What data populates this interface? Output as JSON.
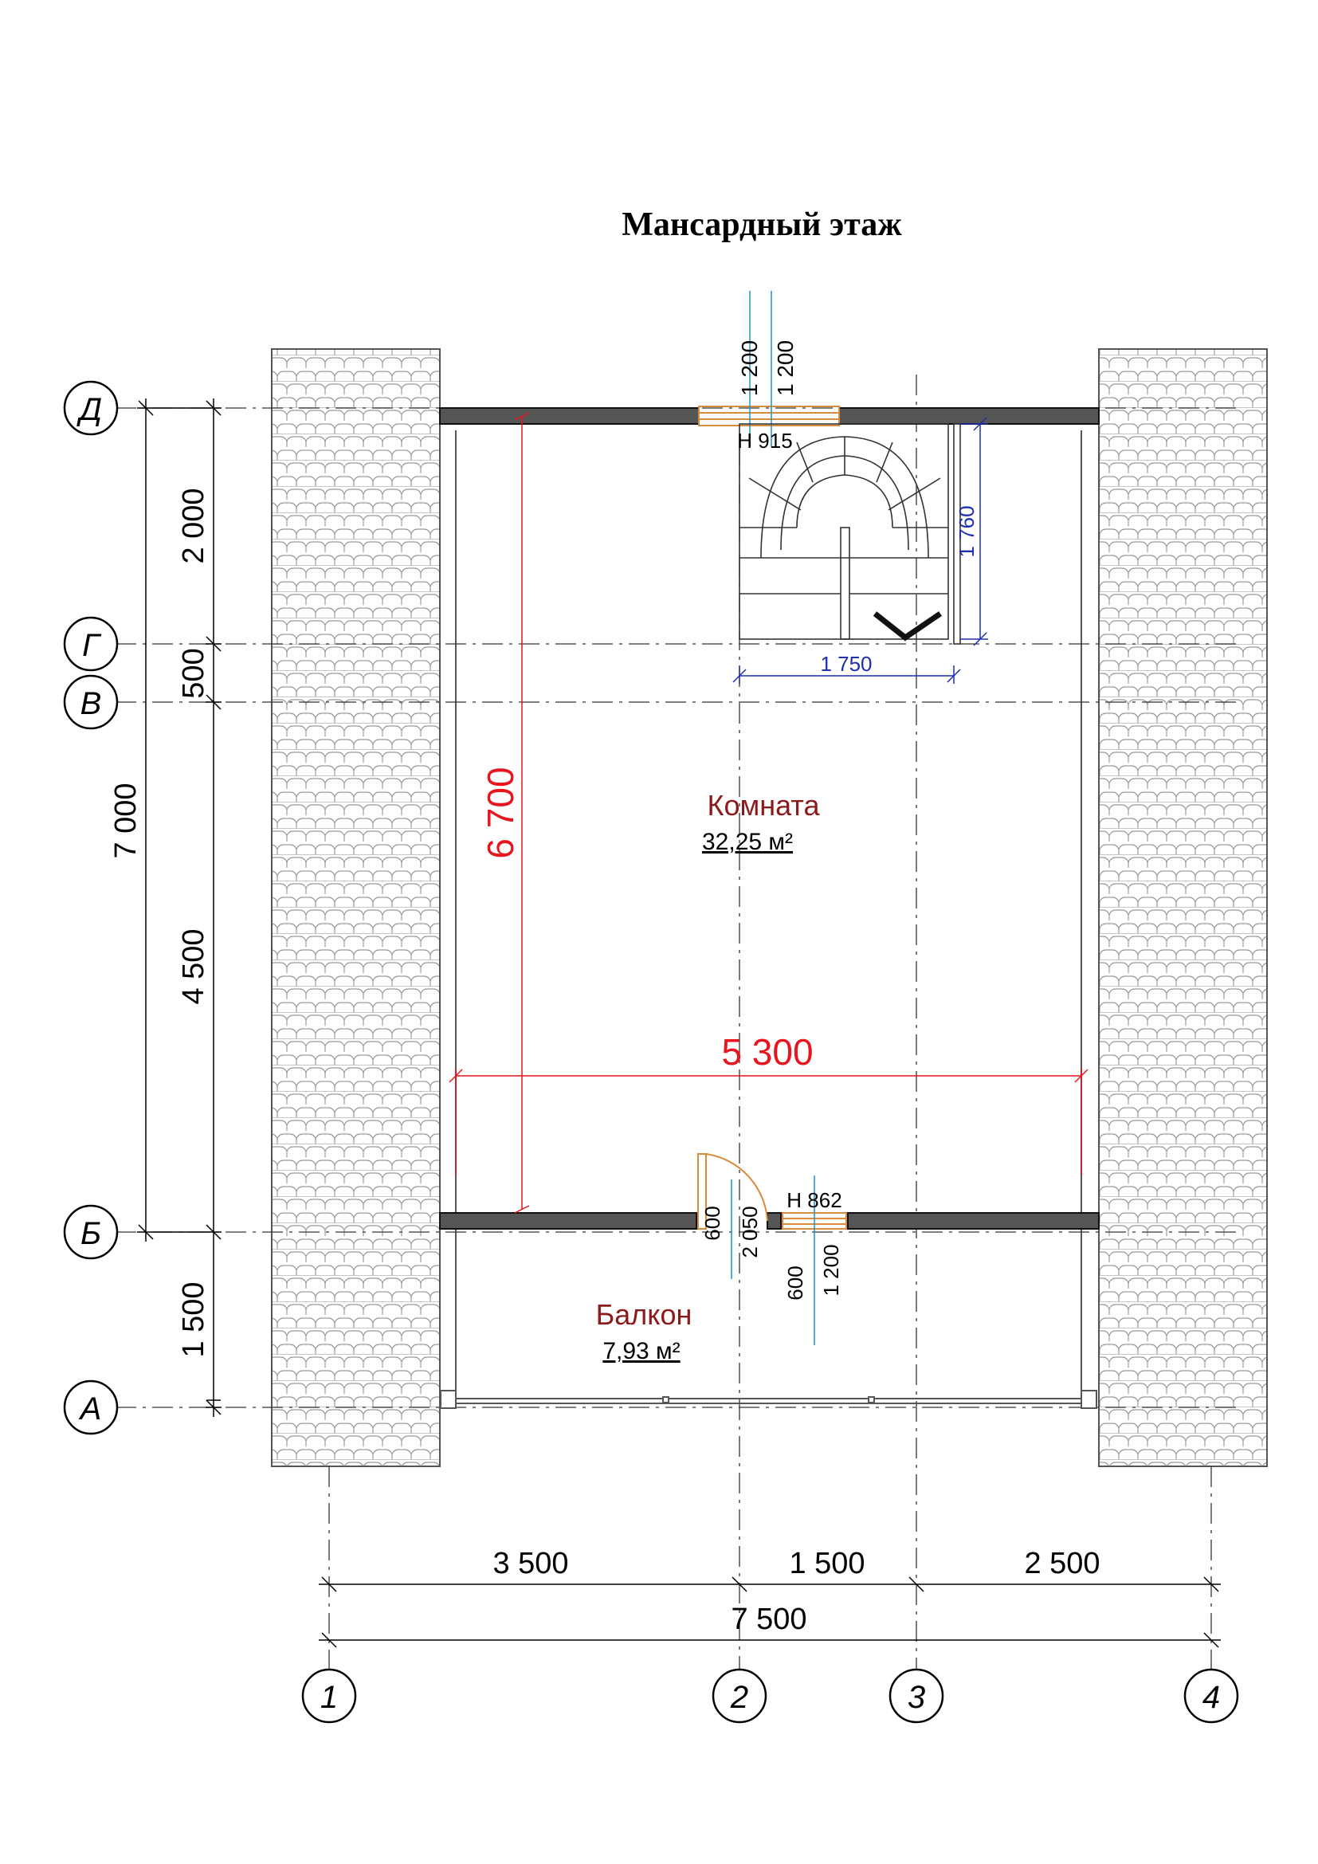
{
  "title": "Мансардный этаж",
  "axes": {
    "rows": [
      "Д",
      "Г",
      "В",
      "Б",
      "А"
    ],
    "cols": [
      "1",
      "2",
      "3",
      "4"
    ]
  },
  "left_dims": {
    "inner": [
      "2 000",
      "500",
      "4 500",
      "1 500"
    ],
    "outer": "7 000"
  },
  "bottom_dims": {
    "inner": [
      "3 500",
      "1 500",
      "2 500"
    ],
    "outer": "7 500"
  },
  "room_dims": {
    "height": "6 700",
    "width": "5 300"
  },
  "stairs": {
    "width": "1 750",
    "depth": "1 760"
  },
  "top_window": {
    "h1": "1 200",
    "h2": "1 200",
    "sill": "H  915"
  },
  "balcony_door": {
    "door_a": "600",
    "door_h": "2 050",
    "win_a": "600",
    "win_h": "1 200",
    "sill": "H  862"
  },
  "rooms": [
    {
      "name": "Комната",
      "area": "32,25 м²"
    },
    {
      "name": "Балкон",
      "area": "7,93 м²"
    }
  ],
  "colors": {
    "room_name": "#8b1a1a",
    "dim_red": "#e8141e",
    "dim_blue": "#1f2fb0",
    "opening": "#d98a3a",
    "wall": "#555555"
  }
}
